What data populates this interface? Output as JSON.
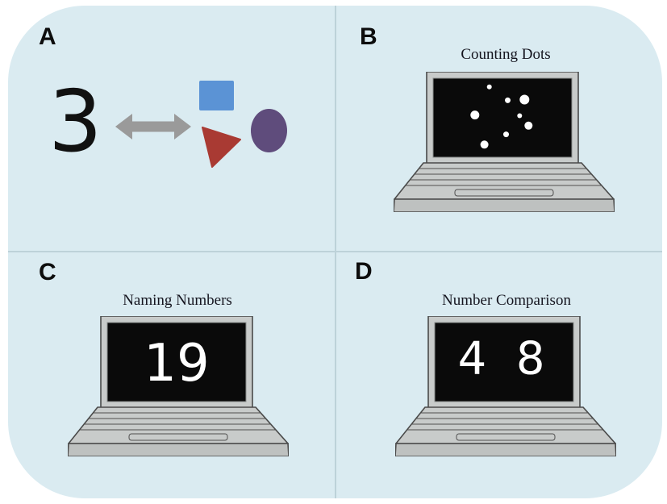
{
  "figure": {
    "description": "Four-panel task illustration figure",
    "background_color": "#ffffff",
    "panel_background_color": "#daebf1",
    "divider_color": "#bdd2d9",
    "title_color": "#15151f"
  },
  "laptop": {
    "body_color": "#c8cbca",
    "lip_color": "#bec1c0",
    "outline_color": "#4a4a4a",
    "screen_color": "#0a0a0a"
  },
  "panels": {
    "a": {
      "label": "A",
      "numeral": "3",
      "numeral_color": "#111111",
      "arrow_color": "#9a9a9a",
      "square_color": "#5b93d5",
      "triangle_color": "#a93a33",
      "ellipse_color": "#5f4c7c"
    },
    "b": {
      "label": "B",
      "title": "Counting Dots",
      "screen": {
        "type": "dots",
        "dot_count": 8,
        "dot_color": "#ffffff",
        "dots": [
          {
            "fx": 0.405,
            "fy": 0.11,
            "r": 3
          },
          {
            "fx": 0.538,
            "fy": 0.28,
            "r": 3.5
          },
          {
            "fx": 0.659,
            "fy": 0.27,
            "r": 6
          },
          {
            "fx": 0.301,
            "fy": 0.465,
            "r": 5.5
          },
          {
            "fx": 0.624,
            "fy": 0.475,
            "r": 3
          },
          {
            "fx": 0.688,
            "fy": 0.6,
            "r": 5
          },
          {
            "fx": 0.526,
            "fy": 0.71,
            "r": 3.5
          },
          {
            "fx": 0.37,
            "fy": 0.84,
            "r": 5
          }
        ]
      }
    },
    "c": {
      "label": "C",
      "title": "Naming Numbers",
      "screen": {
        "type": "text",
        "text_color": "#ffffff",
        "items": [
          {
            "text": "19",
            "fx": 0.5,
            "fy": 0.5,
            "size": 64
          }
        ]
      }
    },
    "d": {
      "label": "D",
      "title": "Number Comparison",
      "screen": {
        "type": "text",
        "text_color": "#ffffff",
        "items": [
          {
            "text": "4",
            "fx": 0.27,
            "fy": 0.44,
            "size": 56
          },
          {
            "text": "8",
            "fx": 0.69,
            "fy": 0.44,
            "size": 56
          }
        ]
      }
    }
  }
}
